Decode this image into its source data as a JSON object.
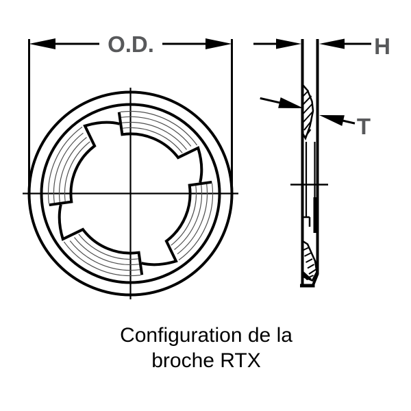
{
  "drawing": {
    "labels": {
      "outer_diameter": "O.D.",
      "height": "H",
      "thickness": "T"
    },
    "caption": {
      "line1": "Configuration de la",
      "line2": "broche RTX"
    },
    "colors": {
      "line": "#000000",
      "dim_label": "#58595b",
      "thin_arc": "#4f4f4f",
      "background": "#ffffff"
    },
    "views": {
      "front": "retaining-ring-front-view",
      "side": "retaining-ring-side-profile"
    }
  }
}
